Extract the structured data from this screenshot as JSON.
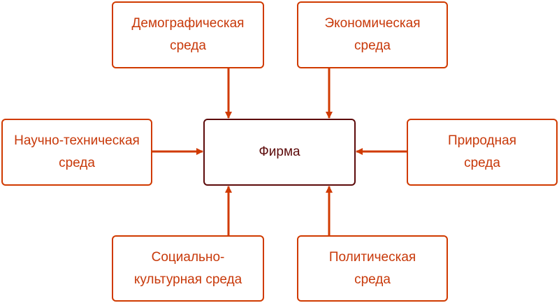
{
  "diagram": {
    "center": {
      "label": "Фирма"
    },
    "nodes": {
      "demographic": {
        "line1": "Демографическая",
        "line2": "среда"
      },
      "economic": {
        "line1": "Экономическая",
        "line2": "среда"
      },
      "scitech": {
        "line1": "Научно-техническая",
        "line2": "среда"
      },
      "natural": {
        "line1": "Природная",
        "line2": "среда"
      },
      "sociocultural": {
        "line1": "Социально-",
        "line2": "культурная среда"
      },
      "political": {
        "line1": "Политическая",
        "line2": "среда"
      }
    },
    "colors": {
      "node_border": "#d03a00",
      "node_text": "#c8390a",
      "center_border": "#5c0a0a",
      "arrow": "#d03a00"
    }
  }
}
